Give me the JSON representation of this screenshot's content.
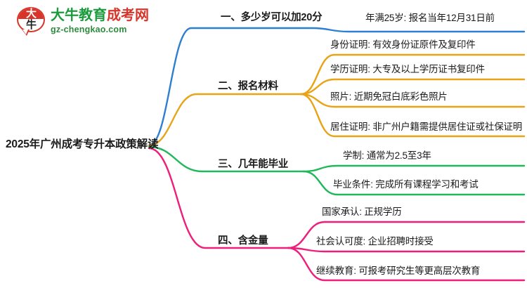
{
  "logo": {
    "mark_char_top": "大",
    "mark_char_bottom": "牛",
    "title_main": "大牛教育",
    "title_accent": "成考网",
    "domain": "gz-chengkao.com",
    "color_red": "#d8352a",
    "color_green": "#1a9c3c"
  },
  "mindmap": {
    "root": "2025年广州成考专升本政策解读",
    "branches": [
      {
        "label": "一、多少岁可以加20分",
        "color": "#2f7fd1",
        "leaves": [
          "年满25岁: 报名当年12月31日前"
        ]
      },
      {
        "label": "二、报名材料",
        "color": "#e8a317",
        "leaves": [
          "身份证明: 有效身份证原件及复印件",
          "学历证明: 大专及以上学历证书复印件",
          "照片: 近期免冠白底彩色照片",
          "居住证明: 非广州户籍需提供居住证或社保证明"
        ]
      },
      {
        "label": "三、几年能毕业",
        "color": "#21b85c",
        "leaves": [
          "学制: 通常为2.5至3年",
          "毕业条件: 完成所有课程学习和考试"
        ]
      },
      {
        "label": "四、含金量",
        "color": "#ee1f7a",
        "leaves": [
          "国家承认: 正规学历",
          "社会认可度: 企业招聘时接受",
          "继续教育: 可报考研究生等更高层次教育"
        ]
      }
    ]
  }
}
